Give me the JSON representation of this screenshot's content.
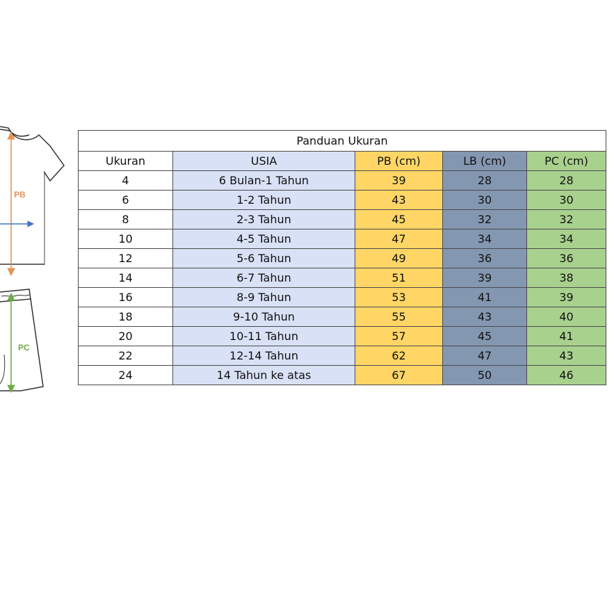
{
  "illustration": {
    "shirt_label": "PB",
    "shorts_label": "PC",
    "colors": {
      "pb": "#e2955a",
      "lb": "#4472c4",
      "pc": "#70ad47"
    }
  },
  "table": {
    "title": "Panduan Ukuran",
    "headers": [
      "Ukuran",
      "USIA",
      "PB (cm)",
      "LB (cm)",
      "PC (cm)"
    ],
    "colors": {
      "usia": "#d9e1f6",
      "pb": "#ffd665",
      "lb": "#8497b0",
      "pc": "#a9d18e"
    },
    "rows": [
      [
        "4",
        "6 Bulan-1 Tahun",
        "39",
        "28",
        "28"
      ],
      [
        "6",
        "1-2 Tahun",
        "43",
        "30",
        "30"
      ],
      [
        "8",
        "2-3 Tahun",
        "45",
        "32",
        "32"
      ],
      [
        "10",
        "4-5 Tahun",
        "47",
        "34",
        "34"
      ],
      [
        "12",
        "5-6 Tahun",
        "49",
        "36",
        "36"
      ],
      [
        "14",
        "6-7 Tahun",
        "51",
        "39",
        "38"
      ],
      [
        "16",
        "8-9 Tahun",
        "53",
        "41",
        "39"
      ],
      [
        "18",
        "9-10 Tahun",
        "55",
        "43",
        "40"
      ],
      [
        "20",
        "10-11 Tahun",
        "57",
        "45",
        "41"
      ],
      [
        "22",
        "12-14 Tahun",
        "62",
        "47",
        "43"
      ],
      [
        "24",
        "14 Tahun ke atas",
        "67",
        "50",
        "46"
      ]
    ]
  }
}
